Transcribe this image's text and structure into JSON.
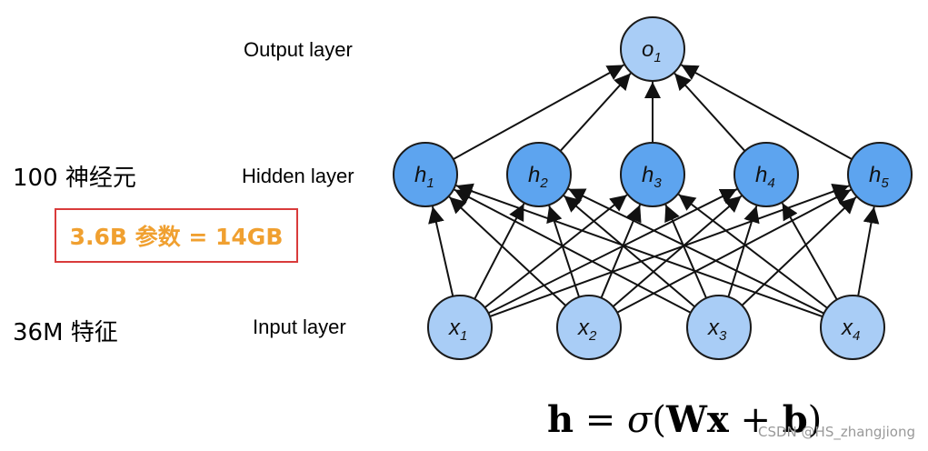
{
  "left_labels": {
    "neurons": "100 神经元",
    "params": "3.6B 参数 = 14GB",
    "features": "36M 特征"
  },
  "layer_labels": {
    "output": "Output layer",
    "hidden": "Hidden layer",
    "input": "Input layer"
  },
  "nodes": {
    "output": [
      {
        "base": "o",
        "sub": "1"
      }
    ],
    "hidden": [
      {
        "base": "h",
        "sub": "1"
      },
      {
        "base": "h",
        "sub": "2"
      },
      {
        "base": "h",
        "sub": "3"
      },
      {
        "base": "h",
        "sub": "4"
      },
      {
        "base": "h",
        "sub": "5"
      }
    ],
    "input": [
      {
        "base": "x",
        "sub": "1"
      },
      {
        "base": "x",
        "sub": "2"
      },
      {
        "base": "x",
        "sub": "3"
      },
      {
        "base": "x",
        "sub": "4"
      }
    ]
  },
  "formula": {
    "lhs": "h",
    "eq": " = ",
    "sigma": "σ",
    "open": "(",
    "W": "W",
    "x": "x",
    "plus": " + ",
    "b": "b",
    "close": ")"
  },
  "watermark": "CSDN @HS_zhangjiong",
  "colors": {
    "output_node": "#a9cdf6",
    "hidden_node": "#5da4ef",
    "input_node": "#a9cdf6",
    "node_stroke": "#1a1a1a",
    "params_border": "#d93b3b",
    "params_text": "#f0a030"
  }
}
